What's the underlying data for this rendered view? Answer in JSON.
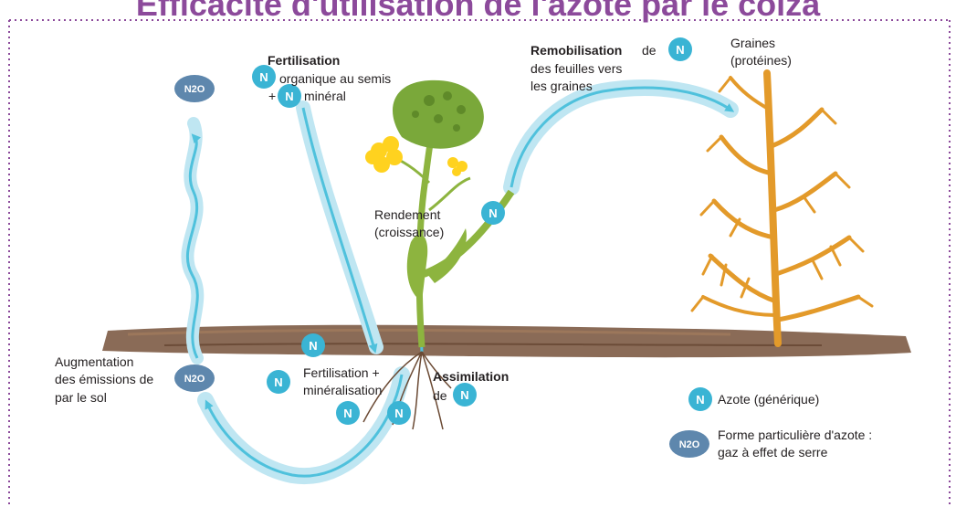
{
  "title": "Efficacité d'utilisation de l'azote par le colza",
  "icons": {
    "nitrogen": "N",
    "n2o": "N2O"
  },
  "labels": {
    "fertilisation_title": "Fertilisation",
    "fertilisation_line1": "organique au semis",
    "fertilisation_plus": "+",
    "fertilisation_line2": "minéral",
    "remobilisation_title": "Remobilisation",
    "remobilisation_de": "de",
    "remobilisation_line2": "des feuilles vers",
    "remobilisation_line3": "les graines",
    "graines_line1": "Graines",
    "graines_line2": "(protéines)",
    "rendement_line1": "Rendement",
    "rendement_line2": "(croissance)",
    "augmentation_line1": "Augmentation",
    "augmentation_line2": "des émissions de",
    "augmentation_line3": "par le sol",
    "fert_min_line1": "Fertilisation +",
    "fert_min_line2": "minéralisation",
    "assimilation_title": "Assimilation",
    "assimilation_de": "de"
  },
  "legend": {
    "nitrogen_label": "Azote (générique)",
    "n2o_line1": "Forme particulière d'azote :",
    "n2o_line2": "gaz à effet de serre"
  },
  "colors": {
    "title": "#8c4a9b",
    "border": "#8c4a9b",
    "nitrogen": "#3ab4d4",
    "n2o": "#5e87ad",
    "arrow": "#4fc1dc",
    "soil": "#7a5640",
    "plant_green": "#8db43f",
    "grain_plant": "#e39a2a",
    "flower": "#ffd21f"
  }
}
